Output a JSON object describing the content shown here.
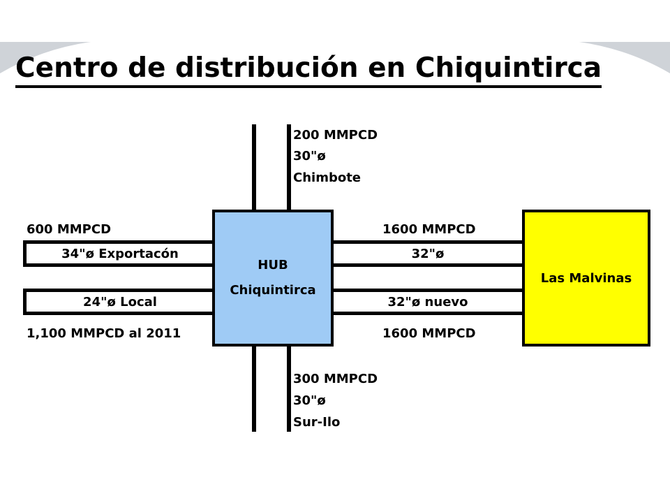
{
  "title": "Centro de distribución en Chiquintirca",
  "colors": {
    "hub_fill": "#9fcbf5",
    "malvinas_fill": "#ffff00",
    "line": "#000000",
    "corner": "#cfd3d8"
  },
  "hub": {
    "line1": "HUB",
    "line2": "Chiquintirca"
  },
  "malvinas": {
    "label": "Las Malvinas"
  },
  "north": {
    "flow": "200 MMPCD",
    "diameter": "30\"ø",
    "destination": "Chimbote"
  },
  "south": {
    "flow": "300 MMPCD",
    "diameter": "30\"ø",
    "destination": "Sur-Ilo"
  },
  "west": {
    "top_flow": "600 MMPCD",
    "pipe_export": "34\"ø Exportacón",
    "pipe_local": "24\"ø Local",
    "bottom_flow": "1,100 MMPCD al 2011"
  },
  "east": {
    "top_flow": "1600 MMPCD",
    "pipe_existing": "32\"ø",
    "pipe_new": "32\"ø nuevo",
    "bottom_flow": "1600 MMPCD"
  }
}
